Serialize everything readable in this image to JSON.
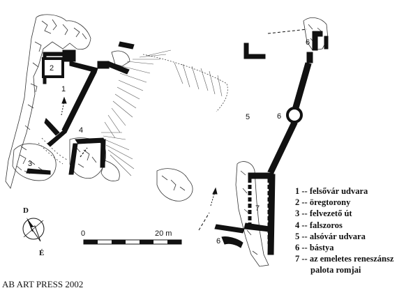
{
  "legend": [
    {
      "num": "1",
      "sep": "--",
      "text": "felsővár udvara"
    },
    {
      "num": "2",
      "sep": "--",
      "text": "öregtorony"
    },
    {
      "num": "3",
      "sep": "--",
      "text": "felvezető út"
    },
    {
      "num": "4",
      "sep": "--",
      "text": "falszoros"
    },
    {
      "num": "5",
      "sep": "--",
      "text": "alsóvár udvara"
    },
    {
      "num": "6",
      "sep": "--",
      "text": "bástya"
    },
    {
      "num": "7",
      "sep": "--",
      "text": "az emeletes reneszánsz",
      "continuation": "palota romjai"
    }
  ],
  "map_labels": {
    "n1": "1",
    "n2": "2",
    "n3": "3",
    "n4": "4",
    "n5": "5",
    "n6a": "6",
    "n6b": "6",
    "n6c": "6",
    "n7": "7"
  },
  "compass": {
    "north": "D",
    "south": "É"
  },
  "scale": {
    "start": "0",
    "end": "20 m"
  },
  "credit": "AB ART PRESS 2002",
  "colors": {
    "wall": "#111111",
    "rock": "#222222",
    "paper": "#ffffff"
  }
}
